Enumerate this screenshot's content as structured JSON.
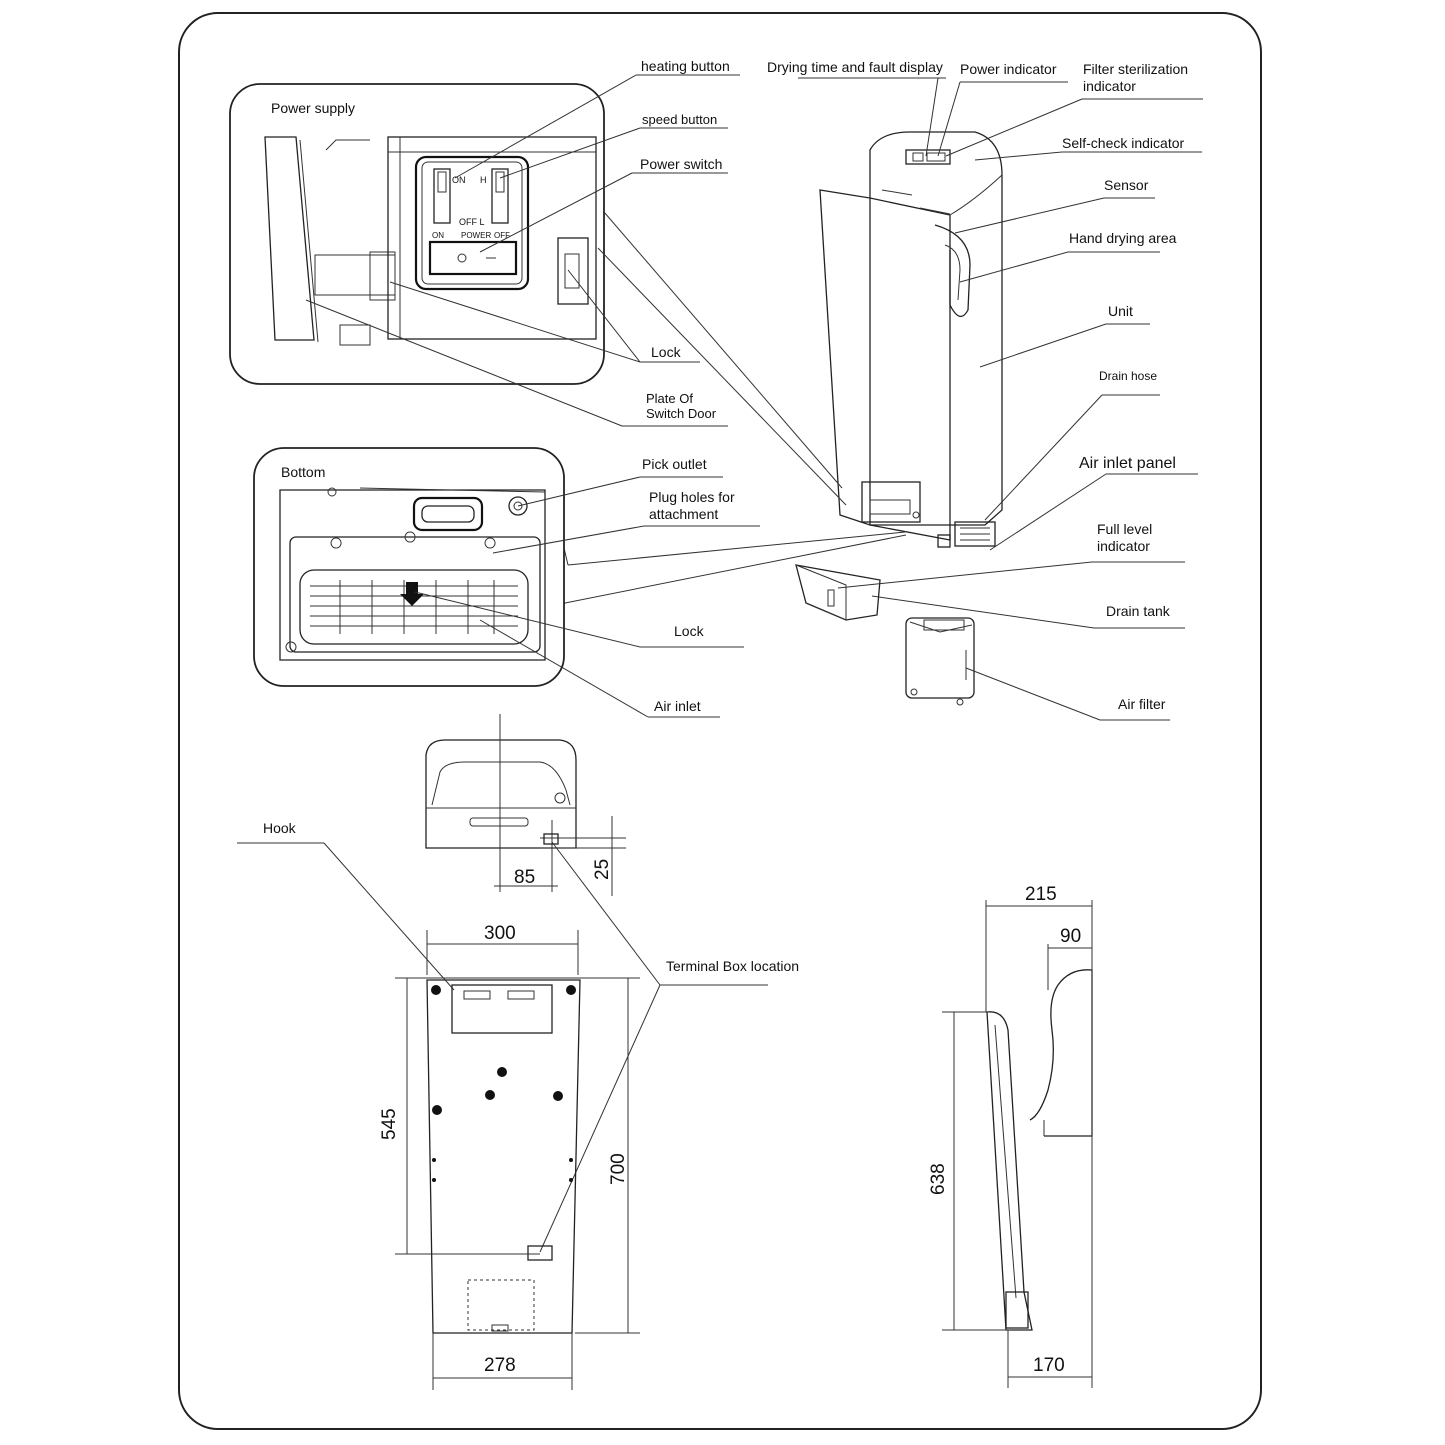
{
  "callouts": {
    "power_supply": "Power supply",
    "heating_button": "heating button",
    "speed_button": "speed button",
    "power_switch": "Power switch",
    "lock_top": "Lock",
    "plate_line1": "Plate Of",
    "plate_line2": "Switch Door",
    "drying_display": "Drying time and fault display",
    "power_indicator": "Power indicator",
    "filter_line1": "Filter sterilization",
    "filter_line2": "indicator",
    "self_check": "Self-check indicator",
    "sensor": "Sensor",
    "hand_drying": "Hand drying area",
    "unit": "Unit",
    "drain_hose": "Drain hose",
    "air_inlet_panel": "Air inlet panel",
    "full_level_line1": "Full level",
    "full_level_line2": "indicator",
    "drain_tank": "Drain tank",
    "air_filter": "Air filter",
    "bottom": "Bottom",
    "pick_outlet": "Pick outlet",
    "plug_line1": "Plug holes for",
    "plug_line2": "attachment",
    "lock_bottom": "Lock",
    "air_inlet": "Air inlet",
    "hook": "Hook",
    "terminal_box": "Terminal Box location"
  },
  "switch_panel": {
    "on_a": "ON",
    "h": "H",
    "off_l": "OFF L",
    "on_b": "ON",
    "power": "POWER",
    "off": "OFF"
  },
  "dimensions": {
    "d85": "85",
    "d25": "25",
    "d300": "300",
    "d545": "545",
    "d700": "700",
    "d278": "278",
    "d215": "215",
    "d90": "90",
    "d638": "638",
    "d170": "170"
  }
}
